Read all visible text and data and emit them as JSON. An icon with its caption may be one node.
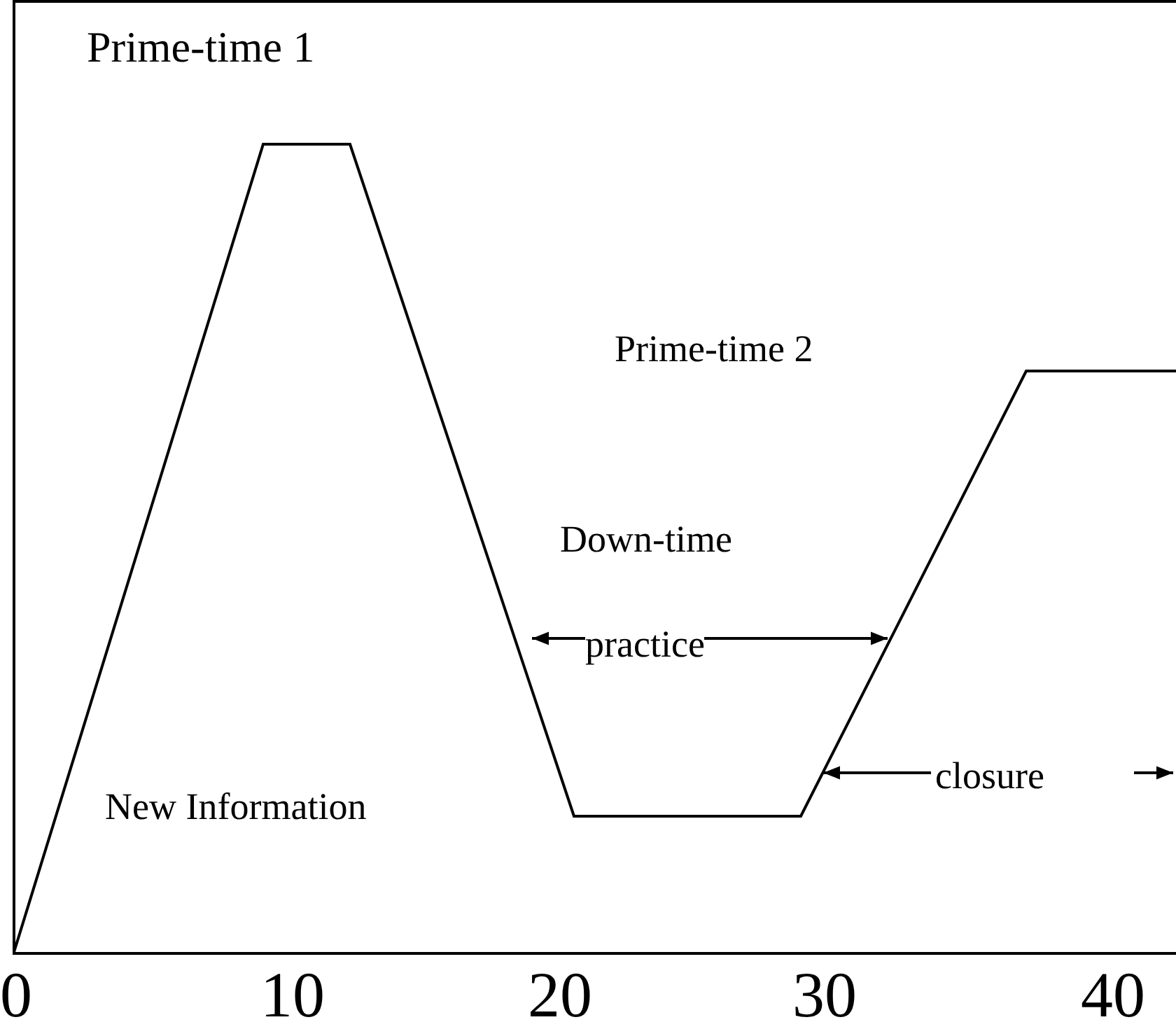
{
  "diagram": {
    "labels": [
      "Prime-time 1",
      "Prime-time 2",
      "Down-time",
      "practice",
      "New Information",
      "closure",
      "0",
      "10",
      "20",
      "30",
      "40"
    ]
  }
}
